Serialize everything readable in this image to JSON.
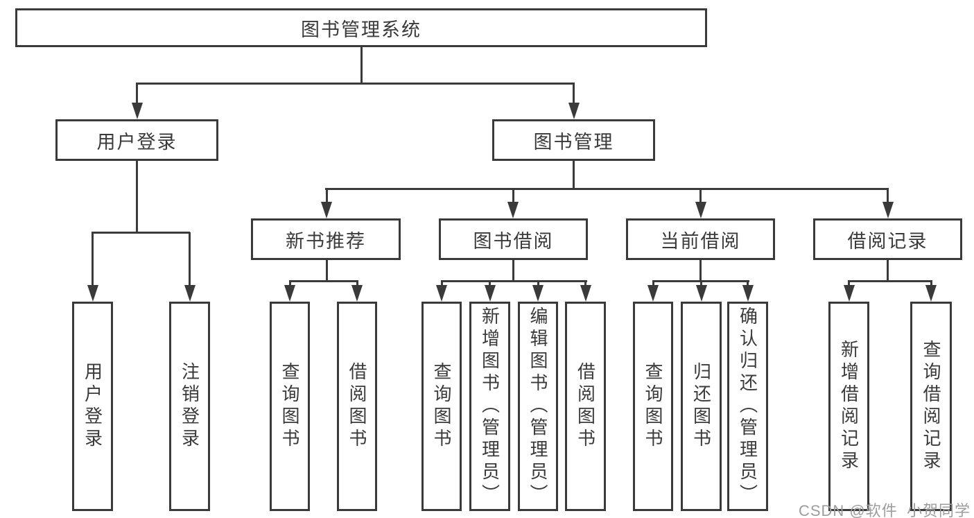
{
  "colors": {
    "line": "#3a3a3a",
    "node_border": "#3a3a3a",
    "text": "#3a3a3a",
    "background": "#ffffff",
    "watermark_text": "#9c9c9c"
  },
  "tree": {
    "label": "图书管理系统",
    "children": [
      {
        "label": "用户登录",
        "children": [
          {
            "label": "用户登录"
          },
          {
            "label": "注销登录"
          }
        ]
      },
      {
        "label": "图书管理",
        "children": [
          {
            "label": "新书推荐",
            "children": [
              {
                "label": "查询图书"
              },
              {
                "label": "借阅图书"
              }
            ]
          },
          {
            "label": "图书借阅",
            "children": [
              {
                "label": "查询图书"
              },
              {
                "label": "新增图书（管理员）"
              },
              {
                "label": "编辑图书（管理员）"
              },
              {
                "label": "借阅图书"
              }
            ]
          },
          {
            "label": "当前借阅",
            "children": [
              {
                "label": "查询图书"
              },
              {
                "label": "归还图书"
              },
              {
                "label": "确认归还（管理员）"
              }
            ]
          },
          {
            "label": "借阅记录",
            "children": [
              {
                "label": "新增借阅记录"
              },
              {
                "label": "查询借阅记录"
              }
            ]
          }
        ]
      }
    ]
  },
  "watermark": {
    "text": "CSDN @软件_小贺同学"
  }
}
